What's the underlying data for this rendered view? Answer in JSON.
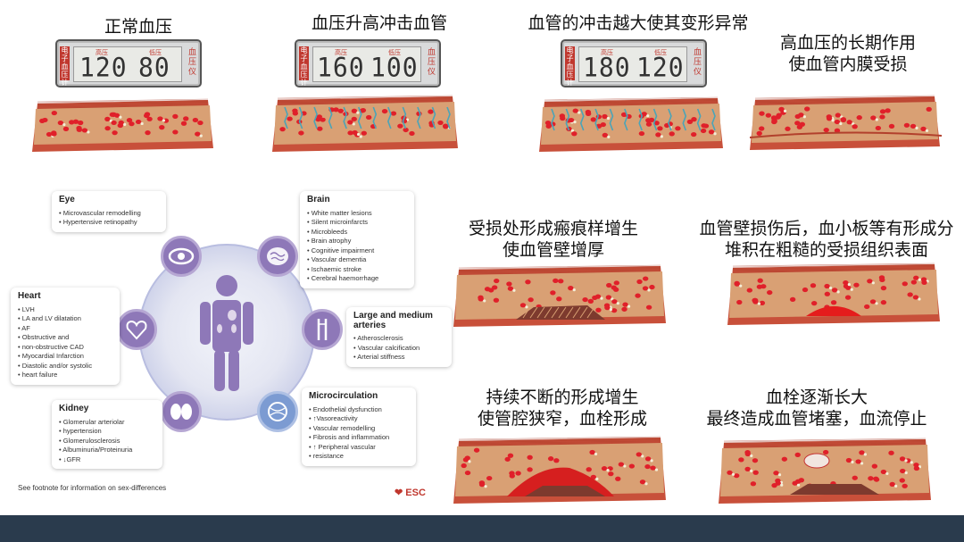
{
  "top_captions": [
    "正常血压",
    "血压升高冲击血管",
    "血管的冲击越大使其变形异常"
  ],
  "caption4": [
    "高血压的长期作用",
    "使血管内膜受损"
  ],
  "caption5": [
    "受损处形成瘢痕样增生",
    "使血管壁增厚"
  ],
  "caption6": [
    "血管壁损伤后，血小板等有形成分",
    "堆积在粗糙的受损组织表面"
  ],
  "caption7": [
    "持续不断的形成增生",
    "使管腔狭窄，血栓形成"
  ],
  "caption8": [
    "血栓逐渐长大",
    "最终造成血管堵塞，血流停止"
  ],
  "monitors": [
    {
      "high": "120",
      "low": "80",
      "label_high": "高压",
      "label_low": "低压",
      "side_left": "电子血压计",
      "side_right": "血压仪"
    },
    {
      "high": "160",
      "low": "100",
      "label_high": "高压",
      "label_low": "低压",
      "side_left": "电子血压计",
      "side_right": "血压仪"
    },
    {
      "high": "180",
      "low": "120",
      "label_high": "高压",
      "label_low": "低压",
      "side_left": "电子血压计",
      "side_right": "血压仪"
    }
  ],
  "organ_figure": {
    "eye": {
      "title": "Eye",
      "items": [
        "Microvascular remodelling",
        "Hypertensive retinopathy"
      ]
    },
    "brain": {
      "title": "Brain",
      "items": [
        "White matter lesions",
        "Silent microinfarcts",
        "Microbleeds",
        "Brain atrophy",
        "Cognitive impairment",
        "Vascular dementia",
        "Ischaemic stroke",
        "Cerebral haemorrhage"
      ]
    },
    "heart": {
      "title": "Heart",
      "items": [
        "LVH",
        "LA and LV dilatation",
        "AF",
        "Obstructive and",
        "non-obstructive CAD",
        "Myocardial Infarction",
        "Diastolic and/or systolic",
        "heart failure"
      ]
    },
    "arteries": {
      "title": "Large and medium arteries",
      "items": [
        "Atherosclerosis",
        "Vascular calcification",
        "Arterial stiffness"
      ]
    },
    "kidney": {
      "title": "Kidney",
      "items": [
        "Glomerular arteriolar",
        "hypertension",
        "Glomerulosclerosis",
        "Albuminuria/Proteinuria",
        "↓GFR"
      ]
    },
    "micro": {
      "title": "Microcirculation",
      "items": [
        "Endothelial dysfunction",
        "↑Vasoreactivity",
        "Vascular remodelling",
        "Fibrosis and inflammation",
        "↑ Peripheral vascular",
        "resistance"
      ]
    },
    "footnote": "See footnote for information on sex-differences",
    "logo": "ESC"
  },
  "colors": {
    "vessel_wall": "#c8503a",
    "lumen": "#d9a074",
    "rbc": "#e0202a",
    "bar": "#2a3b4d",
    "accent": "#8e78b8"
  }
}
